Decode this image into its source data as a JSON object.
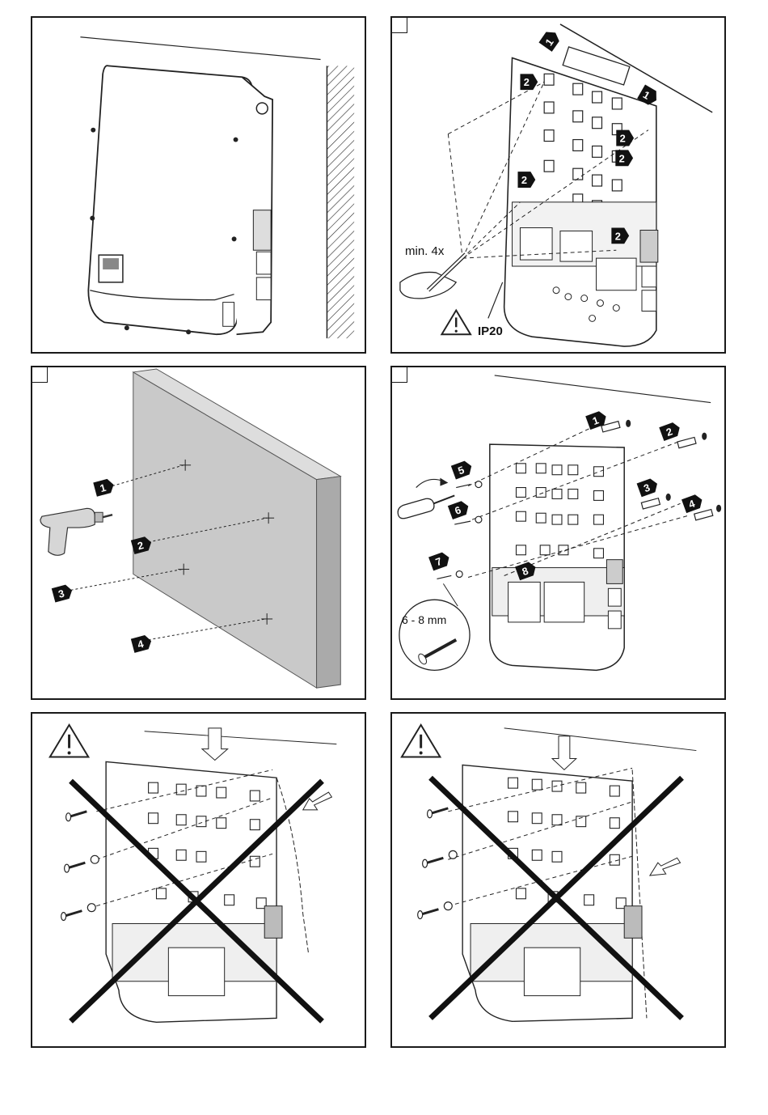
{
  "panels": {
    "p2": {
      "min_label": "min. 4x",
      "ip_label": "IP20"
    },
    "p4": {
      "screw_spec": "6 - 8 mm"
    }
  },
  "markers": {
    "p2": [
      "1",
      "1",
      "2",
      "2",
      "2",
      "2",
      "2"
    ],
    "p3": [
      "1",
      "2",
      "3",
      "4"
    ],
    "p4": [
      "1",
      "2",
      "3",
      "4",
      "5",
      "6",
      "7",
      "8"
    ]
  },
  "icons": [
    "warning-icon",
    "drill-icon",
    "screwdriver-icon",
    "pencil-icon",
    "screw-icon",
    "cross-out-icon",
    "arrow-down-icon",
    "arrow-left-icon"
  ]
}
